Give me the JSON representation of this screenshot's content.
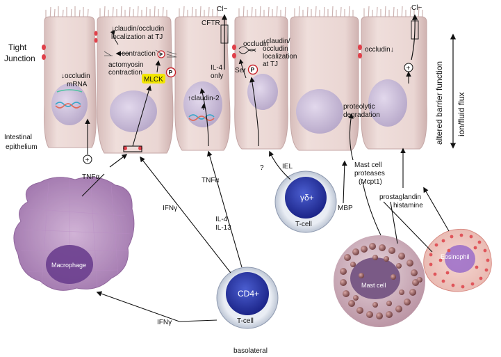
{
  "labels": {
    "tight": "Tight",
    "junction": "Junction",
    "intestinal": "Intestinal",
    "epithelium": "epithelium",
    "basolateral": "basolateral",
    "cl_left": "Cl−",
    "cl_right": "Cl−",
    "cftr": "CFTR",
    "claudin_tj_a": "↓claudin/occludin",
    "claudin_tj_b": "localization at TJ",
    "contraction": "contraction",
    "actomyosin_a": "actomyosin",
    "actomyosin_b": "contraction",
    "mlck": "MLCK",
    "p_mark": "P",
    "occludin_mrna_a": "↓occludin",
    "occludin_mrna_b": "mRNA",
    "il4_only_a": "IL-4",
    "il4_only_b": "only",
    "claudin2": "↑claudin-2",
    "occludin": "occludin",
    "ser": "Ser",
    "claudin_loc_a": "↓claudin/",
    "claudin_loc_b": "occludin",
    "claudin_loc_c": "localization",
    "claudin_loc_d": "at TJ",
    "occludin_down": "occludin↓",
    "proteolytic_a": "proteolytic",
    "proteolytic_b": "degradation",
    "altered": "altered barrier function",
    "ionflux": "ion/fluid flux",
    "tnfa_left": "TNFα",
    "tnfa_mid": "TNFα",
    "ifng_mid": "IFNγ",
    "ifng_bottom": "IFNγ",
    "il4_a": "IL-4,",
    "il4_b": "IL-13",
    "question": "?",
    "iel": "IEL",
    "gd": "γδ+",
    "tcell_top": "T-cell",
    "tcell_bottom": "T-cell",
    "cd4": "CD4+",
    "macrophage": "Macrophage",
    "mast_cell": "Mast cell",
    "eosinophil": "Eosinophil",
    "mcp_a": "Mast cell",
    "mcp_b": "proteases",
    "mcp_c": "(Mcpt1)",
    "mbp": "MBP",
    "pg": "prostaglandin",
    "histamine": "histamine",
    "plus": "+"
  },
  "colors": {
    "epithelium": "#ead6d3",
    "nucleus": "#cfc2dc",
    "mlck": "#f2e600",
    "macrophage": "#9a6aa6",
    "tcell_core": "#2e3aa8",
    "mastcell": "#b98a9a",
    "eosinophil": "#e0555a",
    "junction": "#e0404a"
  }
}
